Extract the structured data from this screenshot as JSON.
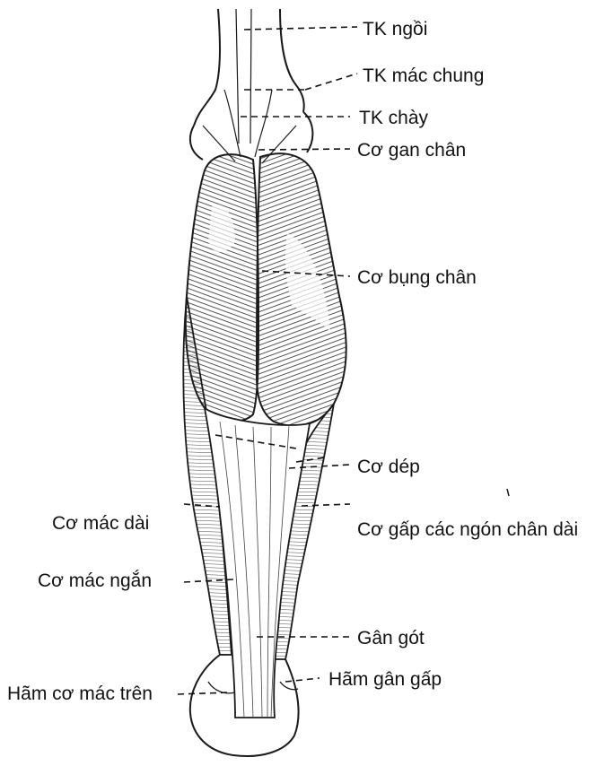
{
  "figure": {
    "subject": "posterior leg muscles",
    "ink_color": "#1a1a1a",
    "background_color": "#ffffff"
  },
  "labels": {
    "tk_ngoi": "TK ngồi",
    "tk_mac_chung": "TK mác chung",
    "tk_chay": "TK chày",
    "co_gan_chan": "Cơ gan chân",
    "co_bung_chan": "Cơ bụng chân",
    "co_dep": "Cơ dép",
    "co_gap_cac_ngon_chan_dai": "Cơ gấp các ngón chân dài",
    "co_mac_dai": "Cơ mác dài",
    "co_mac_ngan": "Cơ mác ngắn",
    "gan_got": "Gân gót",
    "ham_gan_gap": "Hãm gân gấp",
    "ham_co_mac_tren": "Hãm cơ mác trên"
  }
}
